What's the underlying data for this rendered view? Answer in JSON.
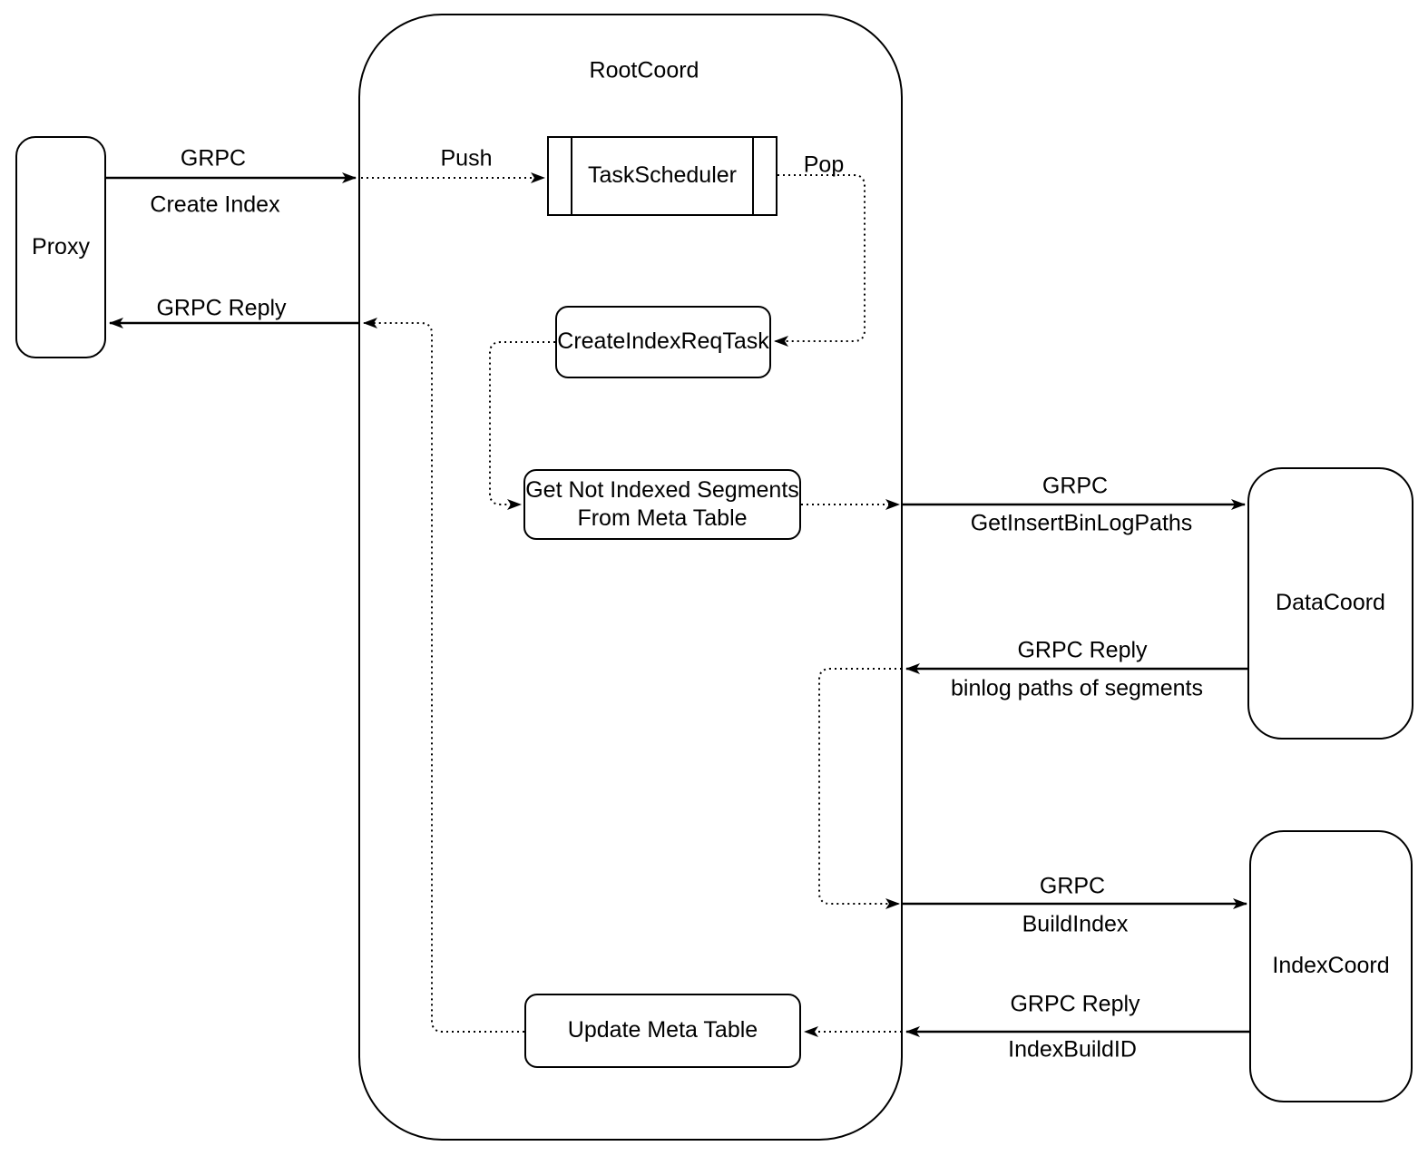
{
  "colors": {
    "stroke": "#000000",
    "background": "#ffffff",
    "text": "#000000"
  },
  "diagram": {
    "nodes": {
      "root_coord": {
        "label": "RootCoord"
      },
      "proxy": {
        "label": "Proxy"
      },
      "task_scheduler": {
        "label": "TaskScheduler"
      },
      "create_index_req_task": {
        "label": "CreateIndexReqTask"
      },
      "get_not_indexed_segments": {
        "label": "Get Not Indexed Segments From Meta Table"
      },
      "update_meta_table": {
        "label": "Update Meta Table"
      },
      "data_coord": {
        "label": "DataCoord"
      },
      "index_coord": {
        "label": "IndexCoord"
      }
    },
    "edges": {
      "grpc_create_index": {
        "line1": "GRPC",
        "line2": "Create Index"
      },
      "push": {
        "label": "Push"
      },
      "pop": {
        "label": "Pop"
      },
      "grpc_reply_to_proxy": {
        "label": "GRPC Reply"
      },
      "grpc_get_insert_binlog_paths": {
        "line1": "GRPC",
        "line2": "GetInsertBinLogPaths"
      },
      "grpc_reply_binlog_paths": {
        "line1": "GRPC Reply",
        "line2": "binlog paths of segments"
      },
      "grpc_build_index": {
        "line1": "GRPC",
        "line2": "BuildIndex"
      },
      "grpc_reply_index_build_id": {
        "line1": "GRPC Reply",
        "line2": "IndexBuildID"
      }
    }
  }
}
